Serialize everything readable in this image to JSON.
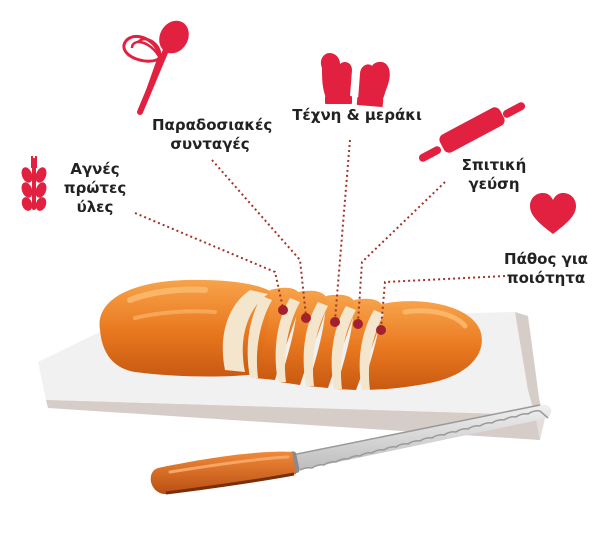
{
  "colors": {
    "accent_red": "#e2203f",
    "bread_orange": "#e8771e",
    "bread_light": "#f5a04a",
    "crumb": "#f3e6cc",
    "board": "#eeeeee",
    "board_edge": "#d9d2d0",
    "blade": "#cfcfcf",
    "handle": "#e06a1c",
    "dotted_line": "#a3332a",
    "text": "#222222"
  },
  "labels": [
    {
      "id": "pure-ingredients",
      "icon": "wheat-icon",
      "lines": [
        "Αγνές",
        "πρώτες",
        "ύλες"
      ]
    },
    {
      "id": "traditional-recipes",
      "icon": "whisk-spoon-icon",
      "lines": [
        "Παραδοσιακές",
        "συνταγές"
      ]
    },
    {
      "id": "art-care",
      "icon": "oven-mitts-icon",
      "lines": [
        "Τέχνη & μεράκι"
      ]
    },
    {
      "id": "homemade-taste",
      "icon": "rolling-pin-icon",
      "lines": [
        "Σπιτική",
        "γεύση"
      ]
    },
    {
      "id": "passion-quality",
      "icon": "heart-icon",
      "lines": [
        "Πάθος για",
        "ποιότητα"
      ]
    }
  ],
  "illustration": {
    "objects": [
      "bread-loaf",
      "cutting-board",
      "bread-knife"
    ]
  }
}
